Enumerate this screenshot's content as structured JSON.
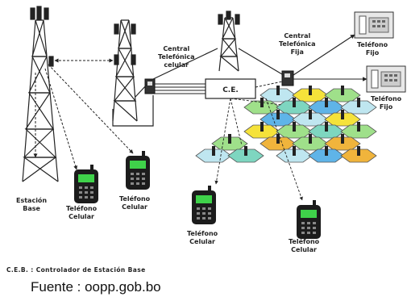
{
  "labels": {
    "central_celular": [
      "Central",
      "Telefónica",
      "celular"
    ],
    "central_fija": [
      "Central",
      "Telefónica",
      "Fija"
    ],
    "telefono_fijo_1": [
      "Teléfono",
      "Fijo"
    ],
    "telefono_fijo_2": [
      "Teléfono",
      "Fijo"
    ],
    "estacion_base": [
      "Estación",
      "Base"
    ],
    "telefono_celular_1": [
      "Teléfono",
      "Celular"
    ],
    "telefono_celular_2": [
      "Teléfono",
      "Celular"
    ],
    "telefono_celular_3": [
      "Teléfono",
      "Celular"
    ],
    "telefono_celular_4": [
      "Teléfono",
      "Celular"
    ],
    "ceb_box": "C.E."
  },
  "caption": "C.E.B. : Controlador de Estación Base",
  "source": "Fuente : oopp.gob.bo",
  "colors": {
    "hex_yellow": "#f5e23a",
    "hex_green": "#9fe08a",
    "hex_blue": "#5fb4e8",
    "hex_light_blue": "#bfe6f0",
    "hex_teal": "#7ed6c0",
    "hex_orange": "#f0b43c",
    "phone_screen": "#3fd24a"
  }
}
